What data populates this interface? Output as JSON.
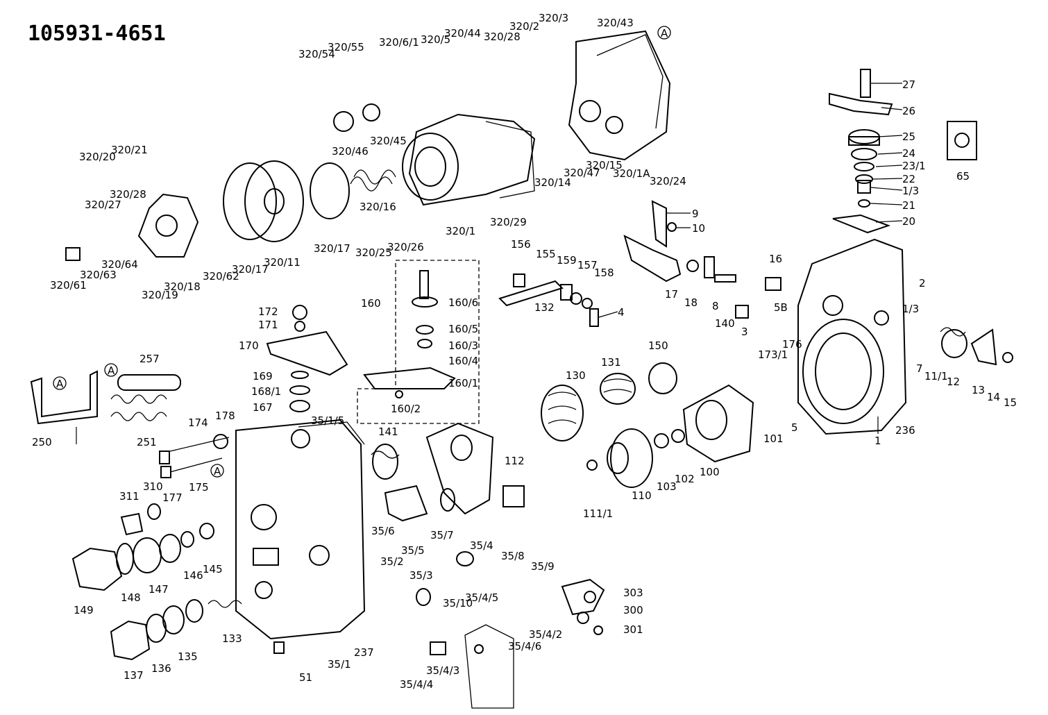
{
  "title": "105931-4651",
  "part_labels": [
    "320/54",
    "320/55",
    "320/6/1",
    "320/5",
    "320/44",
    "320/28",
    "320/2",
    "320/3",
    "320/43",
    "A",
    "320/46",
    "320/45",
    "320/21",
    "320/20",
    "320/28",
    "320/27",
    "320/61",
    "320/63",
    "320/64",
    "320/19",
    "320/18",
    "320/62",
    "320/17",
    "320/11",
    "320/17",
    "320/16",
    "320/25",
    "320/26",
    "320/1",
    "320/29",
    "320/14",
    "320/47",
    "320/15",
    "320/1A",
    "320/24",
    "27",
    "26",
    "25",
    "24",
    "23/1",
    "22",
    "1/3",
    "21",
    "20",
    "65",
    "9",
    "10",
    "17",
    "18",
    "8",
    "156",
    "155",
    "159",
    "157",
    "158",
    "132",
    "4",
    "16",
    "5B",
    "3",
    "2",
    "1/3",
    "140",
    "176",
    "173/1",
    "150",
    "131",
    "130",
    "7",
    "11/1",
    "12",
    "13",
    "14",
    "15",
    "101",
    "5",
    "236",
    "1",
    "160",
    "160/6",
    "160/5",
    "160/3",
    "160/4",
    "160/1",
    "160/2",
    "172",
    "171",
    "170",
    "169",
    "168/1",
    "167",
    "257",
    "A",
    "A",
    "250",
    "251",
    "174",
    "178",
    "175",
    "177",
    "A",
    "35/1/5",
    "311",
    "310",
    "141",
    "112",
    "111/1",
    "110",
    "103",
    "102",
    "100",
    "35/6",
    "35/5",
    "35/7",
    "35/4",
    "35/8",
    "35/9",
    "149",
    "148",
    "147",
    "146",
    "145",
    "35/2",
    "35/3",
    "35/10",
    "133",
    "137",
    "136",
    "135",
    "51",
    "35/1",
    "237",
    "35/4/5",
    "35/4/2",
    "35/4/6",
    "35/4/3",
    "35/4/4",
    "303",
    "300",
    "301"
  ]
}
